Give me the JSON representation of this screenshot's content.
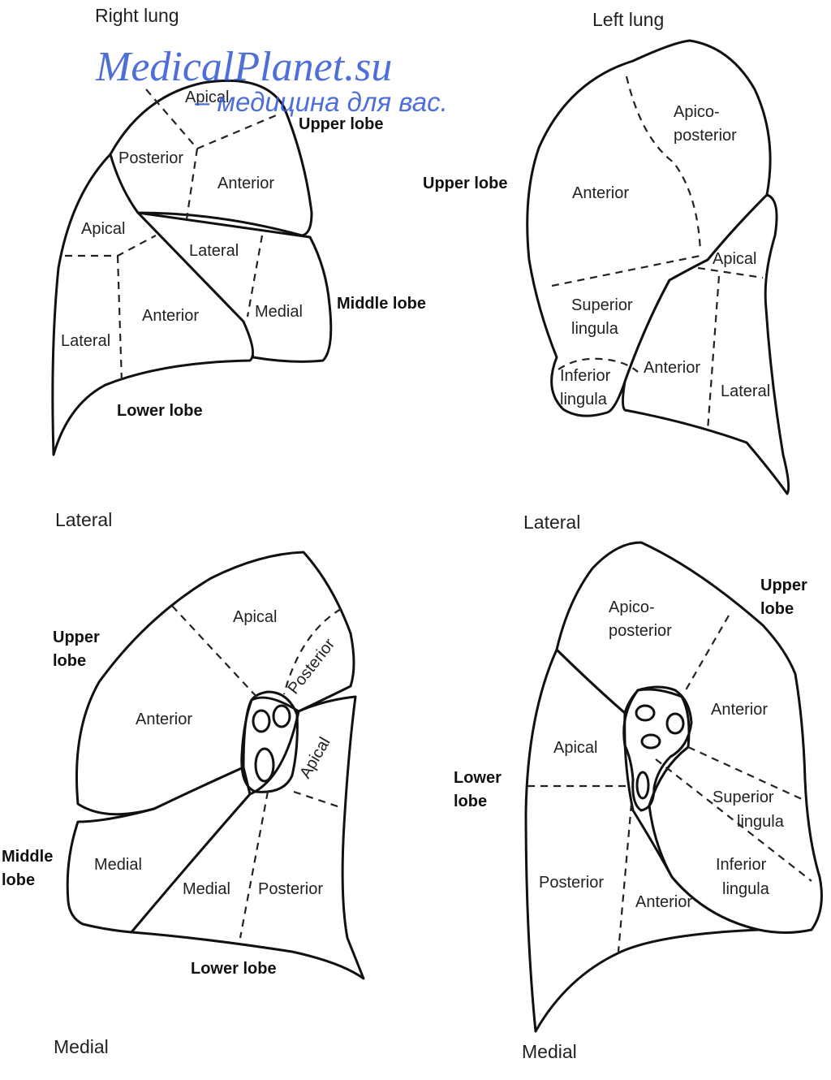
{
  "watermark": {
    "site": "MedicalPlanet.su",
    "tagline": "– медицина для вас."
  },
  "captions": {
    "right_lung": "Right lung",
    "left_lung": "Left lung",
    "lateral_left_col": "Lateral",
    "lateral_right_col": "Lateral",
    "medial_left_col": "Medial",
    "medial_right_col": "Medial"
  },
  "right_lateral": {
    "lobes": {
      "upper": "Upper lobe",
      "middle": "Middle lobe",
      "lower": "Lower lobe"
    },
    "segments": {
      "apical_upper": "Apical",
      "posterior": "Posterior",
      "anterior_upper": "Anterior",
      "apical_lower": "Apical",
      "lateral_middle": "Lateral",
      "anterior_lower": "Anterior",
      "medial_middle": "Medial",
      "lateral_lower": "Lateral"
    }
  },
  "left_lateral": {
    "lobes": {
      "upper": "Upper lobe"
    },
    "segments": {
      "apico": "Apico-",
      "posterior": "posterior",
      "anterior_upper": "Anterior",
      "apical": "Apical",
      "superior": "Superior",
      "lingula_sup": "lingula",
      "inferior": "Inferior",
      "lingula_inf": "lingula",
      "anterior_lower": "Anterior",
      "lateral": "Lateral"
    }
  },
  "right_medial": {
    "lobes": {
      "upper_1": "Upper",
      "upper_2": "lobe",
      "middle_1": "Middle",
      "middle_2": "lobe",
      "lower": "Lower lobe"
    },
    "segments": {
      "apical_upper": "Apical",
      "posterior": "Posterior",
      "anterior": "Anterior",
      "apical_lower": "Apical",
      "medial_middle": "Medial",
      "medial_lower": "Medial",
      "posterior_lower": "Posterior"
    }
  },
  "left_medial": {
    "lobes": {
      "upper_1": "Upper",
      "upper_2": "lobe",
      "lower_1": "Lower",
      "lower_2": "lobe"
    },
    "segments": {
      "apico": "Apico-",
      "posterior": "posterior",
      "anterior_upper": "Anterior",
      "apical": "Apical",
      "superior": "Superior",
      "lingula_sup": "lingula",
      "inferior": "Inferior",
      "lingula_inf": "lingula",
      "posterior_lower": "Posterior",
      "anterior_lower": "Anterior"
    }
  }
}
